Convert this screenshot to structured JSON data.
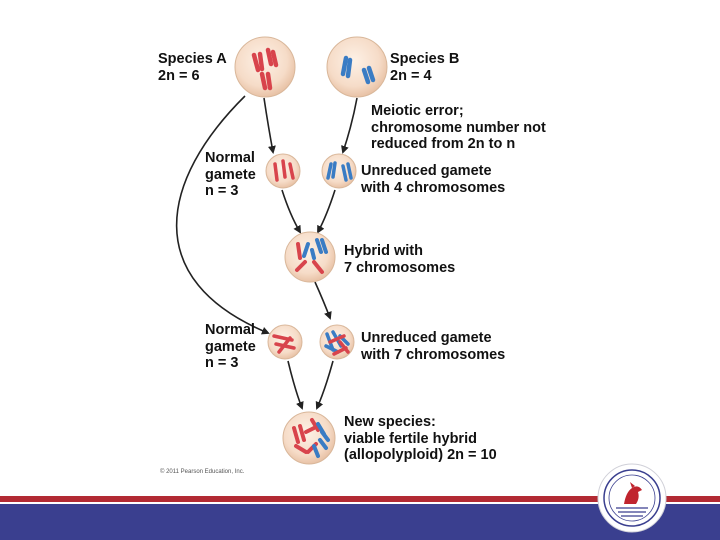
{
  "species_a": {
    "name": "Species A",
    "ploidy": "2n = 6"
  },
  "species_b": {
    "name": "Species B",
    "ploidy": "2n = 4"
  },
  "meiotic_error": {
    "line1": "Meiotic error;",
    "line2": "chromosome number not",
    "line3": "reduced from 2n to n"
  },
  "normal_gamete_1": {
    "line1": "Normal",
    "line2": "gamete",
    "line3": "n = 3"
  },
  "unreduced_gamete_1": {
    "line1": "Unreduced gamete",
    "line2": "with 4 chromosomes"
  },
  "hybrid": {
    "line1": "Hybrid with",
    "line2": "7 chromosomes"
  },
  "normal_gamete_2": {
    "line1": "Normal",
    "line2": "gamete",
    "line3": "n = 3"
  },
  "unreduced_gamete_2": {
    "line1": "Unreduced gamete",
    "line2": "with 7 chromosomes"
  },
  "new_species": {
    "line1": "New species:",
    "line2": "viable fertile hybrid",
    "line3": "(allopolyploid) 2n = 10"
  },
  "copyright": "© 2011 Pearson Education, Inc.",
  "colors": {
    "chromosome_a": "#d8444c",
    "chromosome_b": "#3a7cc4",
    "cell_fill": "#f6dcc8",
    "band_red": "#b22a33",
    "band_blue": "#3a3f8f"
  }
}
